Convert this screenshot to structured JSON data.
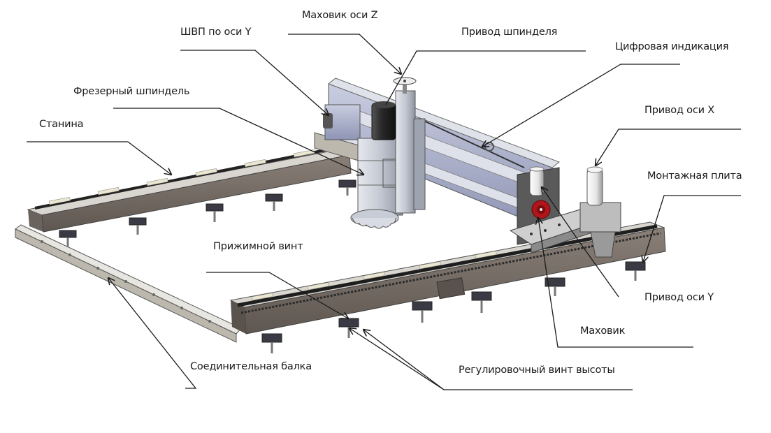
{
  "diagram": {
    "title": "Портальный фрезерный станок — схема компонентов",
    "labels": {
      "z_handwheel": "Маховик оси Z",
      "y_ballscrew": "ШВП по оси Y",
      "spindle_drive": "Привод шпинделя",
      "digital_readout": "Цифровая индикация",
      "milling_spindle": "Фрезерный шпиндель",
      "bed": "Станина",
      "x_drive": "Привод оси X",
      "mounting_plate": "Монтажная плита",
      "clamp_screw": "Прижимной винт",
      "y_drive": "Привод оси Y",
      "handwheel": "Маховик",
      "connecting_beam": "Соединительная балка",
      "height_adjust_screw": "Регулировочный винт высоты"
    },
    "colors": {
      "rail_body": "#7a7068",
      "rail_dark": "#4a4440",
      "rail_top": "#d9d6cf",
      "gantry_metal": "#c8ccd6",
      "gantry_blue": "#a8aecb",
      "motor_dark": "#2b2b2b",
      "handwheel_red": "#b0151c",
      "leader_line": "#1a1a1a"
    }
  }
}
